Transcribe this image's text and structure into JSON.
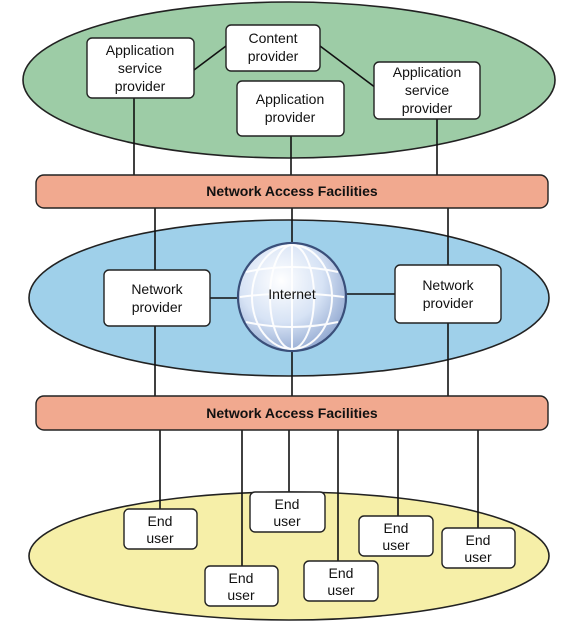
{
  "diagram": {
    "top_tier": {
      "application_service_provider_left": [
        "Application",
        "service",
        "provider"
      ],
      "content_provider": [
        "Content",
        "provider"
      ],
      "application_provider": [
        "Application",
        "provider"
      ],
      "application_service_provider_right": [
        "Application",
        "service",
        "provider"
      ]
    },
    "access_bar_top": "Network Access Facilities",
    "middle_tier": {
      "network_provider_left": [
        "Network",
        "provider"
      ],
      "internet": "Internet",
      "network_provider_right": [
        "Network",
        "provider"
      ]
    },
    "access_bar_bottom": "Network Access Facilities",
    "bottom_tier": {
      "end_user": [
        "End",
        "user"
      ]
    }
  },
  "colors": {
    "top_ellipse": "#9dcca6",
    "middle_ellipse": "#9fd0ea",
    "bottom_ellipse": "#f6efa8",
    "access_bar": "#f1a98f",
    "globe": "#c8d8f0"
  }
}
